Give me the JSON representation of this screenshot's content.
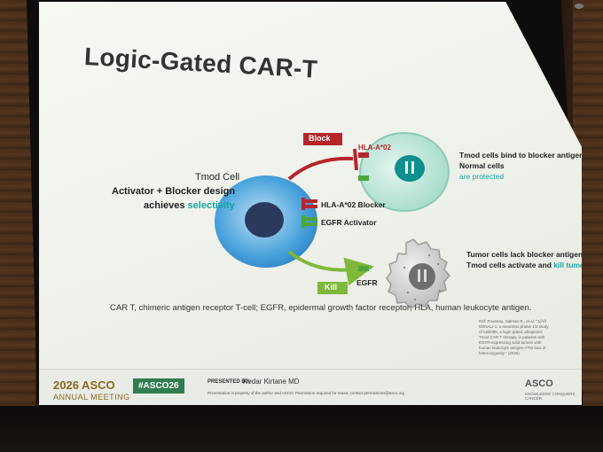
{
  "slide": {
    "title": "Logic-Gated CAR-T",
    "abbreviations": "CAR T, chimeric antigen receptor T-cell; EGFR, epidermal growth factor receptor; HLA, human leukocyte antigen.",
    "reference": "Ref: Puvanaa, Salman R., et al. \"1(ĀĤ DENALI-1: a seamless phase 1/2 study of A2B395, a logic-gated, allogeneic Tmod CAR T therapy, in patients with EGFR-expressing solid tumors with human leukocyte antigen-A*02 loss of heterozygosity.\" (2025)"
  },
  "diagram": {
    "block_label": "Block",
    "kill_label": "Kill",
    "hla_label": "HLA-A*02",
    "tmod_cell_label": "Tmod Cell",
    "design_line1": "Activator + Blocker design",
    "design_line2a": "achieves",
    "design_line2b": "selectivity",
    "hla_blocker_label": "HLA-A*02 Blocker",
    "egfr_activator_label": "EGFR Activator",
    "egfr_label": "EGFR",
    "normal_text1": "Tmod cells bind to blocker antigen",
    "normal_text2": "Normal cells",
    "normal_text3": "are protected",
    "tumor_text1": "Tumor cells lack blocker antigen",
    "tumor_text2a": "Tmod cells activate and",
    "tumor_text2b": "kill tumor"
  },
  "footer": {
    "meeting_year": "2026 ASCO",
    "meeting_sub": "ANNUAL MEETING",
    "hashtag": "#ASCO26",
    "presented_by": "PRESENTED BY:",
    "presenter": "Kedar Kirtane MD",
    "property_notice": "Presentation is property of the author and ASCO. Permission required for reuse; contact permissions@asco.org",
    "asco_logo": "ASCO",
    "asco_logo_sub": "KNOWLEDGE CONQUERS CANCER"
  },
  "colors": {
    "block_red": "#b5262b",
    "activator_green": "#4ea53b",
    "kill_green": "#7fb83a",
    "teal_accent": "#19a4a4",
    "tcell_blue": "#4aa3dc",
    "hashtag_green": "#2f7d4e"
  }
}
